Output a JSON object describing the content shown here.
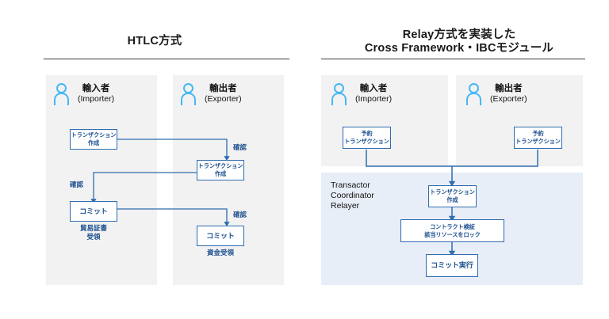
{
  "left": {
    "title": "HTLC方式",
    "actors": [
      {
        "name": "輸入者",
        "sub": "(Importer)",
        "icon": "person-icon"
      },
      {
        "name": "輸出者",
        "sub": "(Exporter)",
        "icon": "person-icon"
      }
    ],
    "boxes": [
      {
        "id": "tx-create-importer",
        "line1": "トランザクション",
        "line2": "作成"
      },
      {
        "id": "tx-create-exporter",
        "line1": "トランザクション",
        "line2": "作成"
      },
      {
        "id": "commit-importer",
        "line1": "コミット",
        "line2": ""
      },
      {
        "id": "commit-exporter",
        "line1": "コミット",
        "line2": ""
      }
    ],
    "captions": [
      {
        "id": "trade-doc-receipt",
        "line1": "貿易証書",
        "line2": "受領"
      },
      {
        "id": "funds-receipt",
        "line1": "資金受領",
        "line2": ""
      }
    ],
    "tags": [
      {
        "id": "confirm-1",
        "label": "確認"
      },
      {
        "id": "confirm-2",
        "label": "確認"
      },
      {
        "id": "confirm-3",
        "label": "確認"
      }
    ]
  },
  "right": {
    "title_line1": "Relay方式を実装した",
    "title_line2": "Cross Framework・IBCモジュール",
    "actors": [
      {
        "name": "輸入者",
        "sub": "(Importer)",
        "icon": "person-icon"
      },
      {
        "name": "輸出者",
        "sub": "(Exporter)",
        "icon": "person-icon"
      }
    ],
    "boxes": [
      {
        "id": "reserve-tx-importer",
        "line1": "予約",
        "line2": "トランザクション"
      },
      {
        "id": "reserve-tx-exporter",
        "line1": "予約",
        "line2": "トランザクション"
      },
      {
        "id": "tx-create",
        "line1": "トランザクション",
        "line2": "作成"
      },
      {
        "id": "contract-verify",
        "line1": "コントラクト検証",
        "line2": "該当リソースをロック"
      },
      {
        "id": "commit-exec",
        "line1": "コミット実行",
        "line2": ""
      }
    ],
    "group_label": {
      "line1": "Transactor",
      "line2": "Coordinator",
      "line3": "Relayer"
    }
  },
  "colors": {
    "box_border": "#2f6cb0",
    "box_text": "#1c4f8f",
    "panel_gray": "#f2f2f2",
    "panel_blue": "#e8eef8",
    "icon_blue": "#45b8f5",
    "rule": "#3a3a3a",
    "arrow": "#2f6cb0"
  }
}
